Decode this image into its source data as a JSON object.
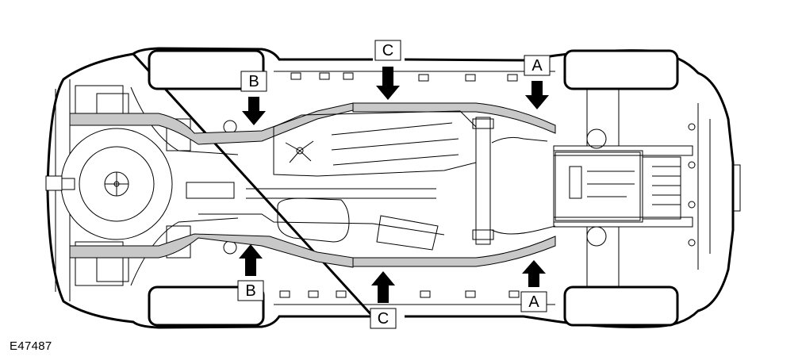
{
  "figure": {
    "id": "E47487",
    "subject": "vehicle underbody view",
    "colors": {
      "line": "#000000",
      "exhaust_fill": "#c8c8c8",
      "background": "#ffffff"
    }
  },
  "callouts": [
    {
      "key": "c-top",
      "label": "C",
      "arrow": "down"
    },
    {
      "key": "a-top",
      "label": "A",
      "arrow": "down"
    },
    {
      "key": "b-top",
      "label": "B",
      "arrow": "down"
    },
    {
      "key": "b-bottom",
      "label": "B",
      "arrow": "up"
    },
    {
      "key": "c-bottom",
      "label": "C",
      "arrow": "up"
    },
    {
      "key": "a-bottom",
      "label": "A",
      "arrow": "up"
    }
  ]
}
